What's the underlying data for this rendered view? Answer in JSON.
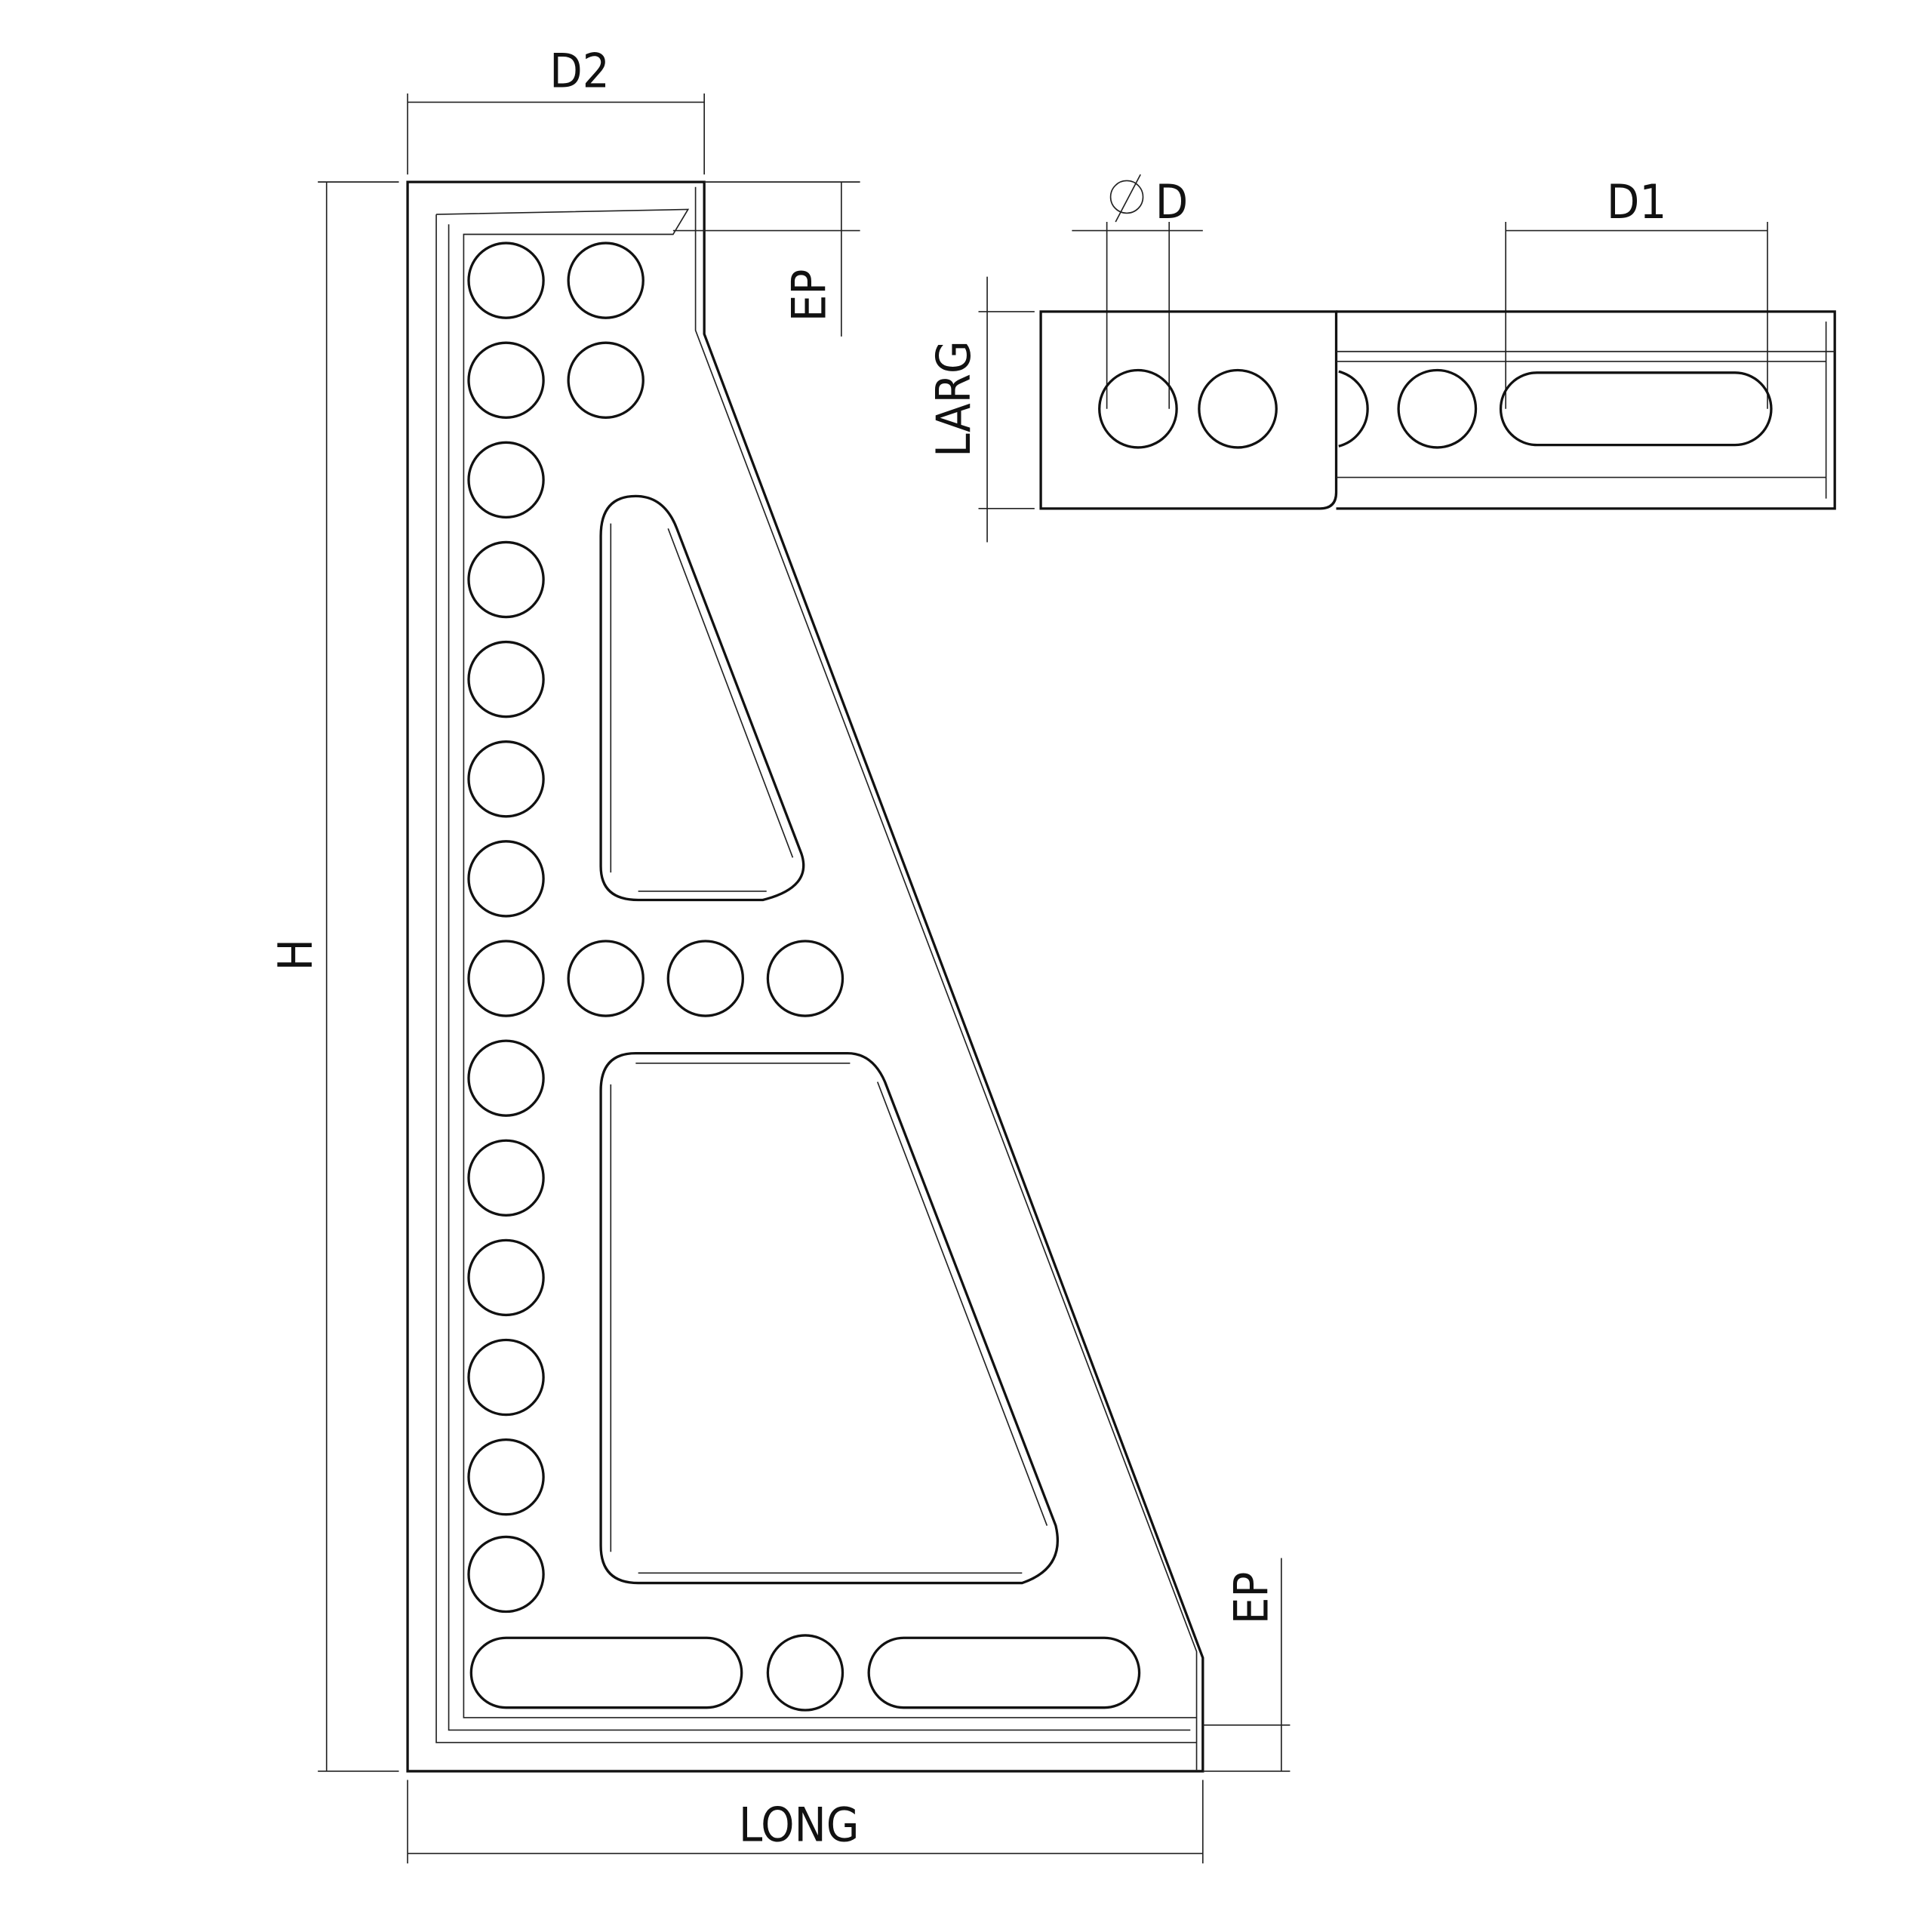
{
  "drawing": {
    "title": "Angle square plate technical drawing",
    "dimensions": {
      "d2": "D2",
      "ep_top": "EP",
      "ep_bottom": "EP",
      "height": "H",
      "length": "LONG",
      "diameter_symbol": "∅",
      "diameter": "D",
      "d1": "D1",
      "width": "LARG"
    }
  }
}
